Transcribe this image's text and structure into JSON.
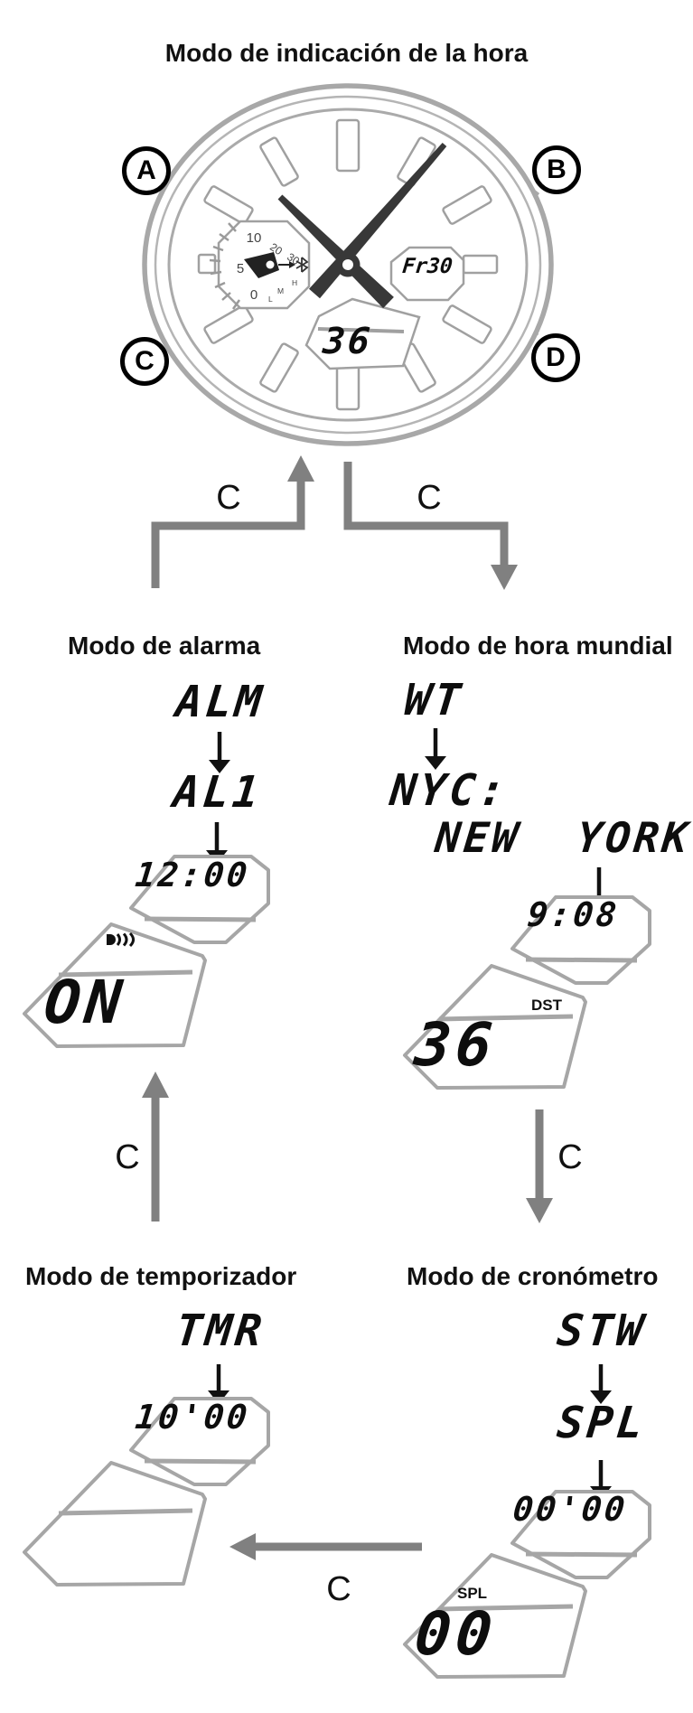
{
  "page_title": "Modo de indicación de la hora",
  "watch": {
    "buttons": {
      "a": "A",
      "b": "B",
      "c": "C",
      "d": "D"
    },
    "subdial": {
      "n10": "10",
      "n20": "20",
      "n30": "30",
      "n5": "5",
      "n0": "0",
      "level_low": "L",
      "level_mid": "M",
      "level_high": "H"
    },
    "day_display": "Fr30",
    "seconds_display": "36"
  },
  "transitions": {
    "alarm_to_timekeeping": "C",
    "timekeeping_to_world_time": "C",
    "timer_to_alarm": "C",
    "world_time_to_stopwatch": "C",
    "stopwatch_to_timer": "C"
  },
  "alarm_mode": {
    "title": "Modo de alarma",
    "code": "ALM",
    "sub_code": "AL1",
    "time": "12:00",
    "status": "ON"
  },
  "world_time_mode": {
    "title": "Modo de hora mundial",
    "code": "WT",
    "city_code": "NYC:",
    "city_name": "NEW  YORK",
    "time": "9:08",
    "indicator": "DST",
    "seconds": "36"
  },
  "timer_mode": {
    "title": "Modo de temporizador",
    "code": "TMR",
    "time": "10'00"
  },
  "stopwatch_mode": {
    "title": "Modo de cronómetro",
    "code": "STW",
    "sub_code": "SPL",
    "time": "00'00",
    "indicator": "SPL",
    "value": "00"
  },
  "colors": {
    "arrow_gray": "#808080",
    "outline_gray": "#a6a6a6",
    "text_black": "#111111"
  }
}
